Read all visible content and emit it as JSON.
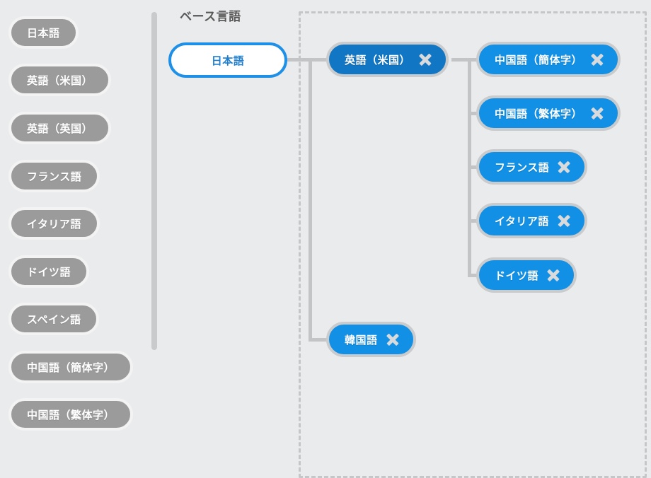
{
  "sidebar": {
    "items": [
      {
        "label": "日本語"
      },
      {
        "label": "英語（米国）"
      },
      {
        "label": "英語（英国）"
      },
      {
        "label": "フランス語"
      },
      {
        "label": "イタリア語"
      },
      {
        "label": "ドイツ語"
      },
      {
        "label": "スペイン語"
      },
      {
        "label": "中国語（簡体字）"
      },
      {
        "label": "中国語（繁体字）"
      }
    ]
  },
  "base": {
    "heading": "ベース言語",
    "node_label": "日本語"
  },
  "tree": {
    "primary": {
      "label": "英語（米国）",
      "remove_icon": "close-icon",
      "children": [
        {
          "label": "中国語（簡体字）",
          "remove_icon": "close-icon"
        },
        {
          "label": "中国語（繁体字）",
          "remove_icon": "close-icon"
        },
        {
          "label": "フランス語",
          "remove_icon": "close-icon"
        },
        {
          "label": "イタリア語",
          "remove_icon": "close-icon"
        },
        {
          "label": "ドイツ語",
          "remove_icon": "close-icon"
        }
      ]
    },
    "secondary": [
      {
        "label": "韓国語",
        "remove_icon": "close-icon"
      }
    ]
  },
  "colors": {
    "background": "#eaebec",
    "sidebar_pill": "#9b9b9b",
    "base_accent": "#1e90e8",
    "node_primary": "#1176c4",
    "node_child": "#1190e6",
    "node_border": "#c9cbcc",
    "connector": "#c2c4c5",
    "dashed_border": "#c4c6c8",
    "heading_text": "#595959"
  }
}
